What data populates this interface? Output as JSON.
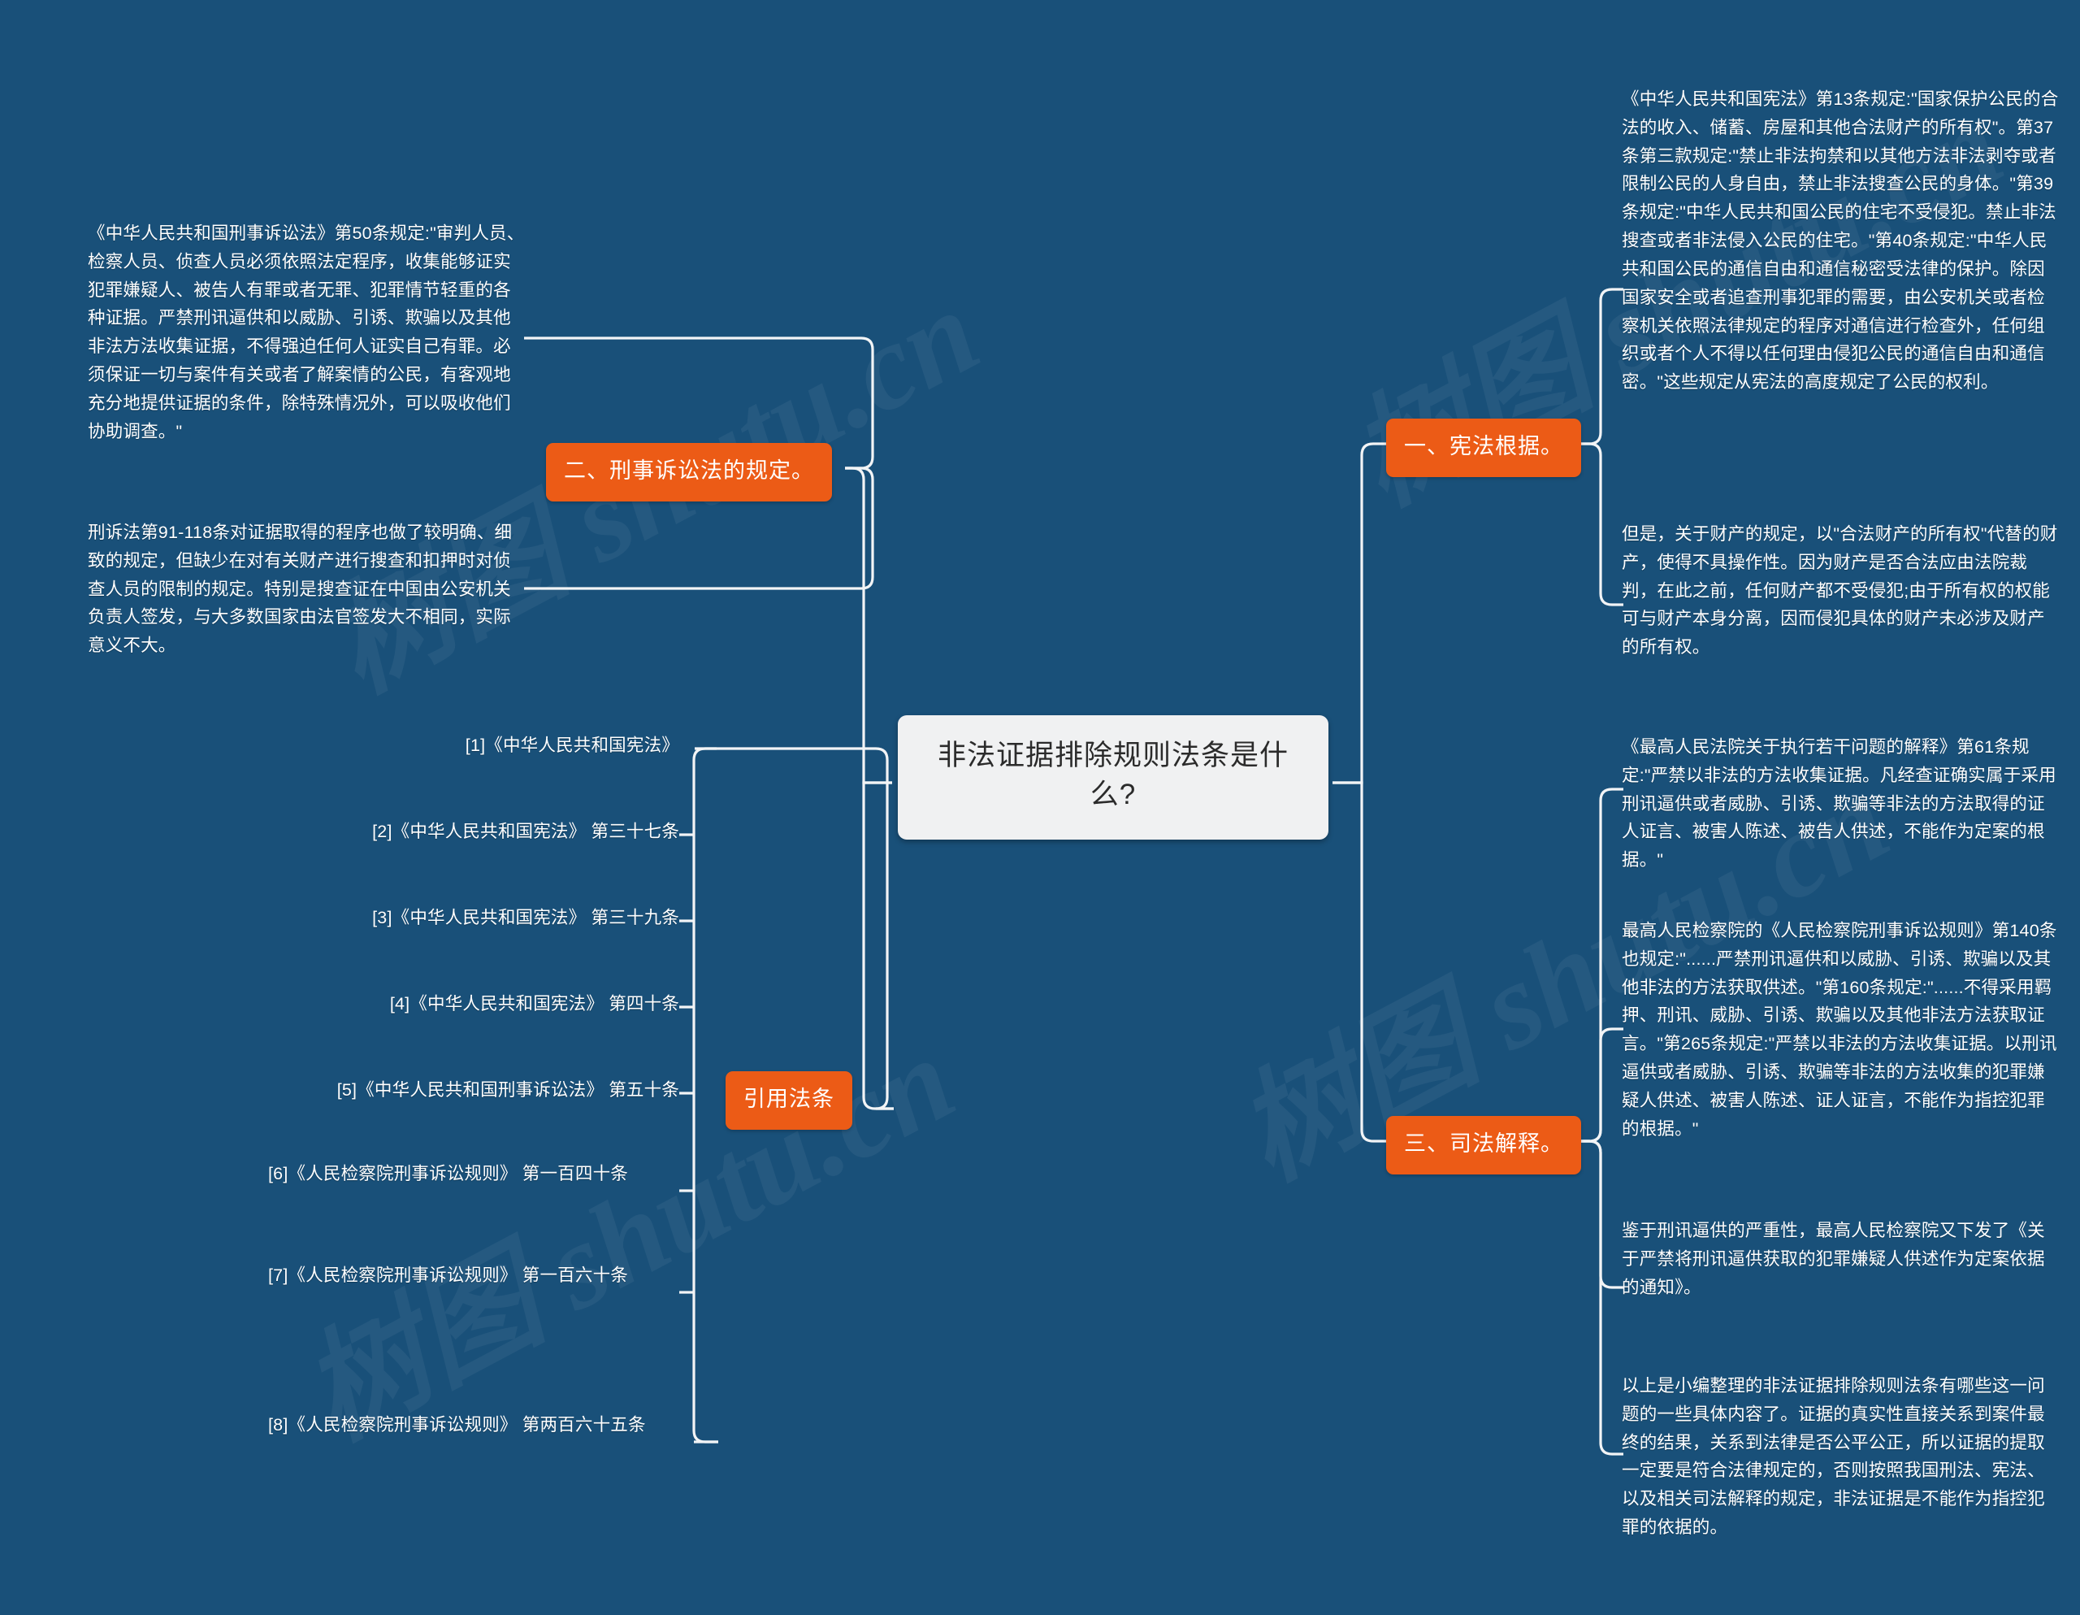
{
  "theme": {
    "background": "#195079",
    "branch_color": "#ec5b16",
    "root_bg": "#f0f1f2",
    "root_text": "#2b2b2b",
    "leaf_text": "#ffffff",
    "link_color": "#f2f4f6"
  },
  "watermark": {
    "text": "树图 shutu.cn"
  },
  "root": {
    "title": "非法证据排除规则法条是什么?"
  },
  "branches": {
    "criminal_procedure": {
      "label": "二、刑事诉讼法的规定。",
      "leaves": [
        {
          "text": "《中华人民共和国刑事诉讼法》第50条规定:\"审判人员、检察人员、侦查人员必须依照法定程序，收集能够证实犯罪嫌疑人、被告人有罪或者无罪、犯罪情节轻重的各种证据。严禁刑讯逼供和以威胁、引诱、欺骗以及其他非法方法收集证据，不得强迫任何人证实自己有罪。必须保证一切与案件有关或者了解案情的公民，有客观地充分地提供证据的条件，除特殊情况外，可以吸收他们协助调查。\""
        },
        {
          "text": "刑诉法第91-118条对证据取得的程序也做了较明确、细致的规定，但缺少在对有关财产进行搜查和扣押时对侦查人员的限制的规定。特别是搜查证在中国由公安机关负责人签发，与大多数国家由法官签发大不相同，实际意义不大。"
        }
      ]
    },
    "citations": {
      "label": "引用法条",
      "leaves": [
        {
          "text": "[1]《中华人民共和国宪法》"
        },
        {
          "text": "[2]《中华人民共和国宪法》 第三十七条"
        },
        {
          "text": "[3]《中华人民共和国宪法》 第三十九条"
        },
        {
          "text": "[4]《中华人民共和国宪法》 第四十条"
        },
        {
          "text": "[5]《中华人民共和国刑事诉讼法》 第五十条"
        },
        {
          "text": "[6]《人民检察院刑事诉讼规则》 第一百四十条"
        },
        {
          "text": "[7]《人民检察院刑事诉讼规则》 第一百六十条"
        },
        {
          "text": "[8]《人民检察院刑事诉讼规则》 第两百六十五条"
        }
      ]
    },
    "constitution": {
      "label": "一、宪法根据。",
      "leaves": [
        {
          "text": "《中华人民共和国宪法》第13条规定:\"国家保护公民的合法的收入、储蓄、房屋和其他合法财产的所有权\"。第37条第三款规定:\"禁止非法拘禁和以其他方法非法剥夺或者限制公民的人身自由，禁止非法搜查公民的身体。\"第39条规定:\"中华人民共和国公民的住宅不受侵犯。禁止非法搜查或者非法侵入公民的住宅。\"第40条规定:\"中华人民共和国公民的通信自由和通信秘密受法律的保护。除因国家安全或者追查刑事犯罪的需要，由公安机关或者检察机关依照法律规定的程序对通信进行检查外，任何组织或者个人不得以任何理由侵犯公民的通信自由和通信密。\"这些规定从宪法的高度规定了公民的权利。"
        },
        {
          "text": "但是，关于财产的规定，以\"合法财产的所有权\"代替的财产，使得不具操作性。因为财产是否合法应由法院裁判，在此之前，任何财产都不受侵犯;由于所有权的权能可与财产本身分离，因而侵犯具体的财产未必涉及财产的所有权。"
        }
      ]
    },
    "judicial_interpretation": {
      "label": "三、司法解释。",
      "leaves": [
        {
          "text": "《最高人民法院关于执行若干问题的解释》第61条规定:\"严禁以非法的方法收集证据。凡经查证确实属于采用刑讯逼供或者威胁、引诱、欺骗等非法的方法取得的证人证言、被害人陈述、被告人供述，不能作为定案的根据。\""
        },
        {
          "text": "最高人民检察院的《人民检察院刑事诉讼规则》第140条也规定:\"......严禁刑讯逼供和以威胁、引诱、欺骗以及其他非法的方法获取供述。\"第160条规定:\"......不得采用羁押、刑讯、威胁、引诱、欺骗以及其他非法方法获取证言。\"第265条规定:\"严禁以非法的方法收集证据。以刑讯逼供或者威胁、引诱、欺骗等非法的方法收集的犯罪嫌疑人供述、被害人陈述、证人证言，不能作为指控犯罪的根据。\""
        },
        {
          "text": "鉴于刑讯逼供的严重性，最高人民检察院又下发了《关于严禁将刑讯逼供获取的犯罪嫌疑人供述作为定案依据的通知》。"
        },
        {
          "text": "以上是小编整理的非法证据排除规则法条有哪些这一问题的一些具体内容了。证据的真实性直接关系到案件最终的结果，关系到法律是否公平公正，所以证据的提取一定要是符合法律规定的，否则按照我国刑法、宪法、以及相关司法解释的规定，非法证据是不能作为指控犯罪的依据的。"
        }
      ]
    }
  }
}
